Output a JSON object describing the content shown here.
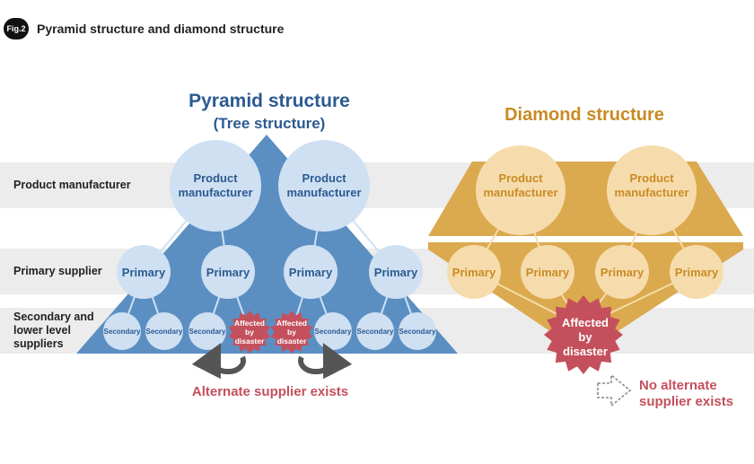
{
  "figure": {
    "badge": "Fig.2",
    "title": "Pyramid structure and diamond structure"
  },
  "row_labels": {
    "product": "Product manufacturer",
    "primary": "Primary supplier",
    "secondary": [
      "Secondary and",
      "lower level",
      "suppliers"
    ]
  },
  "pyramid": {
    "title": "Pyramid structure",
    "subtitle": "(Tree structure)",
    "manufacturer_label": [
      "Product",
      "manufacturer"
    ],
    "primary_label": "Primary",
    "secondary_label": "Secondary",
    "affected_label": [
      "Affected",
      "by",
      "disaster"
    ],
    "note": "Alternate supplier exists"
  },
  "diamond": {
    "title": "Diamond structure",
    "manufacturer_label": [
      "Product",
      "manufacturer"
    ],
    "primary_label": "Primary",
    "affected_label": [
      "Affected",
      "by",
      "disaster"
    ],
    "note": [
      "No alternate",
      "supplier exists"
    ]
  },
  "colors": {
    "pyramid_fill": "#5b8fc2",
    "pyramid_node": "#cfe0f3",
    "pyramid_text": "#2c5a91",
    "diamond_fill": "#dba94e",
    "diamond_node": "#f6dcac",
    "diamond_text": "#c98b25",
    "burst": "#c4505d",
    "alert_text": "#c4505d",
    "band": "#ececec"
  }
}
